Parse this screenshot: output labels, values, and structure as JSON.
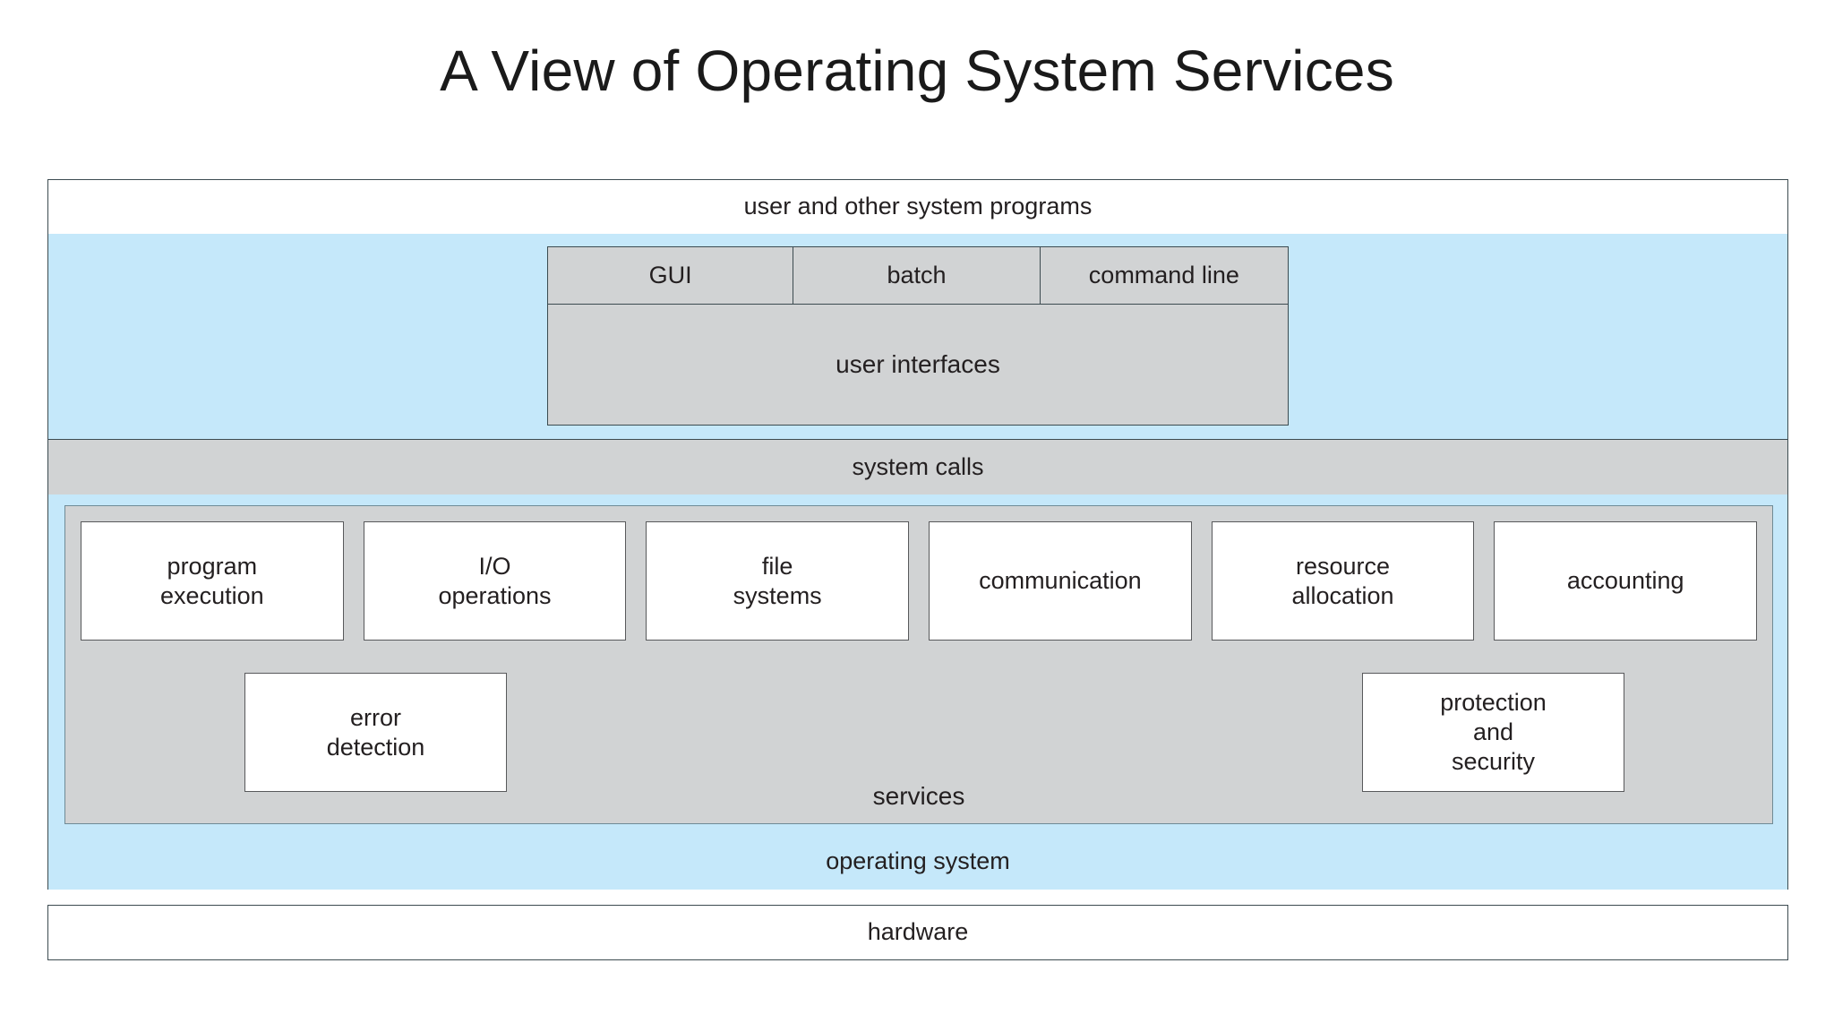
{
  "slide": {
    "title": "A View of Operating System Services",
    "background_color": "#ffffff"
  },
  "colors": {
    "os_blue": "#c5e8fa",
    "block_gray": "#d1d3d4",
    "border_dark": "#3c4b50",
    "box_border": "#58595b",
    "text": "#231f20"
  },
  "diagram": {
    "layers": {
      "user_programs": {
        "label": "user and other system programs",
        "fill": "#ffffff"
      },
      "user_interfaces": {
        "label": "user interfaces",
        "fill": "#d1d3d4",
        "modes": [
          {
            "label": "GUI"
          },
          {
            "label": "batch"
          },
          {
            "label": "command line"
          }
        ]
      },
      "system_calls": {
        "label": "system calls",
        "fill": "#d1d3d4"
      },
      "services": {
        "label": "services",
        "fill": "#d1d3d4",
        "row_top": [
          {
            "label": "program\nexecution",
            "line1": "program",
            "line2": "execution"
          },
          {
            "label": "I/O\noperations",
            "line1": "I/O",
            "line2": "operations"
          },
          {
            "label": "file\nsystems",
            "line1": "file",
            "line2": "systems"
          },
          {
            "label": "communication",
            "line1": "communication",
            "line2": ""
          },
          {
            "label": "resource\nallocation",
            "line1": "resource",
            "line2": "allocation"
          },
          {
            "label": "accounting",
            "line1": "accounting",
            "line2": ""
          }
        ],
        "row_bottom": [
          {
            "label": "error\ndetection",
            "line1": "error",
            "line2": "detection",
            "line3": ""
          },
          {
            "label": "protection\nand\nsecurity",
            "line1": "protection",
            "line2": "and",
            "line3": "security"
          }
        ]
      },
      "operating_system": {
        "label": "operating system",
        "fill": "#c5e8fa"
      },
      "hardware": {
        "label": "hardware",
        "fill": "#ffffff"
      }
    }
  }
}
